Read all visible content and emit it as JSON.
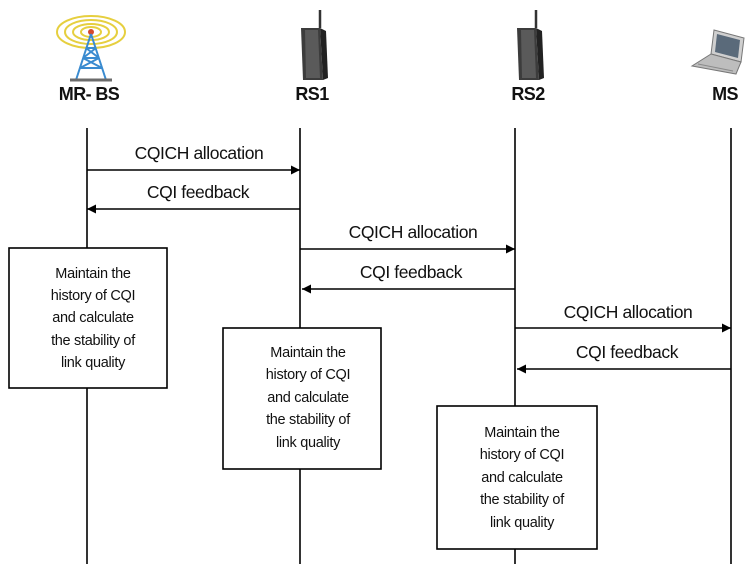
{
  "entities": [
    {
      "id": "mrbs",
      "label": "MR- BS",
      "icon": "radio-tower-icon"
    },
    {
      "id": "rs1",
      "label": "RS1",
      "icon": "wireless-router-icon"
    },
    {
      "id": "rs2",
      "label": "RS2",
      "icon": "wireless-router-icon"
    },
    {
      "id": "ms",
      "label": "MS",
      "icon": "laptop-icon"
    }
  ],
  "messages": [
    {
      "from": "mrbs",
      "to": "rs1",
      "label": "CQICH allocation"
    },
    {
      "from": "rs1",
      "to": "mrbs",
      "label": "CQI feedback"
    },
    {
      "from": "rs1",
      "to": "rs2",
      "label": "CQICH allocation"
    },
    {
      "from": "rs2",
      "to": "rs1",
      "label": "CQI feedback"
    },
    {
      "from": "rs2",
      "to": "ms",
      "label": "CQICH allocation"
    },
    {
      "from": "ms",
      "to": "rs2",
      "label": "CQI feedback"
    }
  ],
  "notes": [
    {
      "entity": "mrbs",
      "lines": [
        "Maintain the",
        "history of CQI",
        "and calculate",
        "the stability of",
        "link quality"
      ]
    },
    {
      "entity": "rs1",
      "lines": [
        "Maintain the",
        "history of CQI",
        "and calculate",
        "the stability of",
        "link quality"
      ]
    },
    {
      "entity": "rs2",
      "lines": [
        "Maintain the",
        "history of CQI",
        "and calculate",
        "the stability of",
        "link quality"
      ]
    }
  ],
  "colors": {
    "line": "#000000",
    "tower_waves": "#e8d34a",
    "tower_body": "#3a8bd0",
    "router_body": "#3c3c3c",
    "laptop_body": "#b9b9b9"
  }
}
